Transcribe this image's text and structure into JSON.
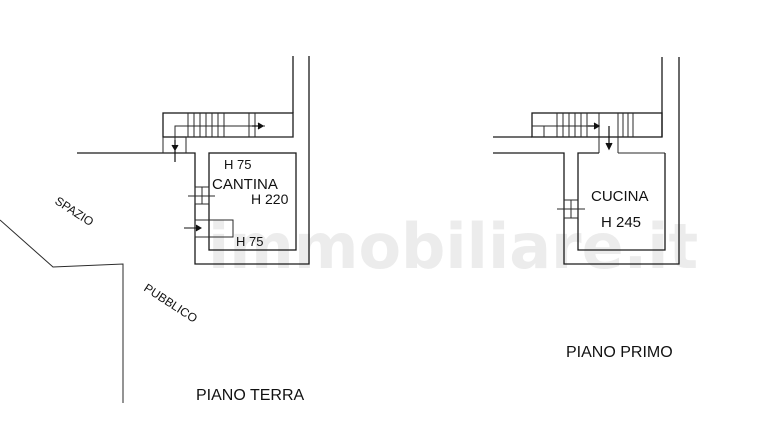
{
  "diagram": {
    "type": "floor-plan",
    "watermark": "immobiliare.it",
    "colors": {
      "line": "#1a1a1a",
      "watermark": "#e6e6e6",
      "background": "#ffffff"
    },
    "ground_floor": {
      "title": "PIANO TERRA",
      "room": {
        "name": "CANTINA",
        "height_label": "H 220"
      },
      "annotations": [
        "H 75",
        "H 75"
      ],
      "outdoor_labels": [
        "SPAZIO",
        "PUBBLICO"
      ]
    },
    "first_floor": {
      "title": "PIANO PRIMO",
      "room": {
        "name": "CUCINA",
        "height_label": "H 245"
      }
    }
  }
}
